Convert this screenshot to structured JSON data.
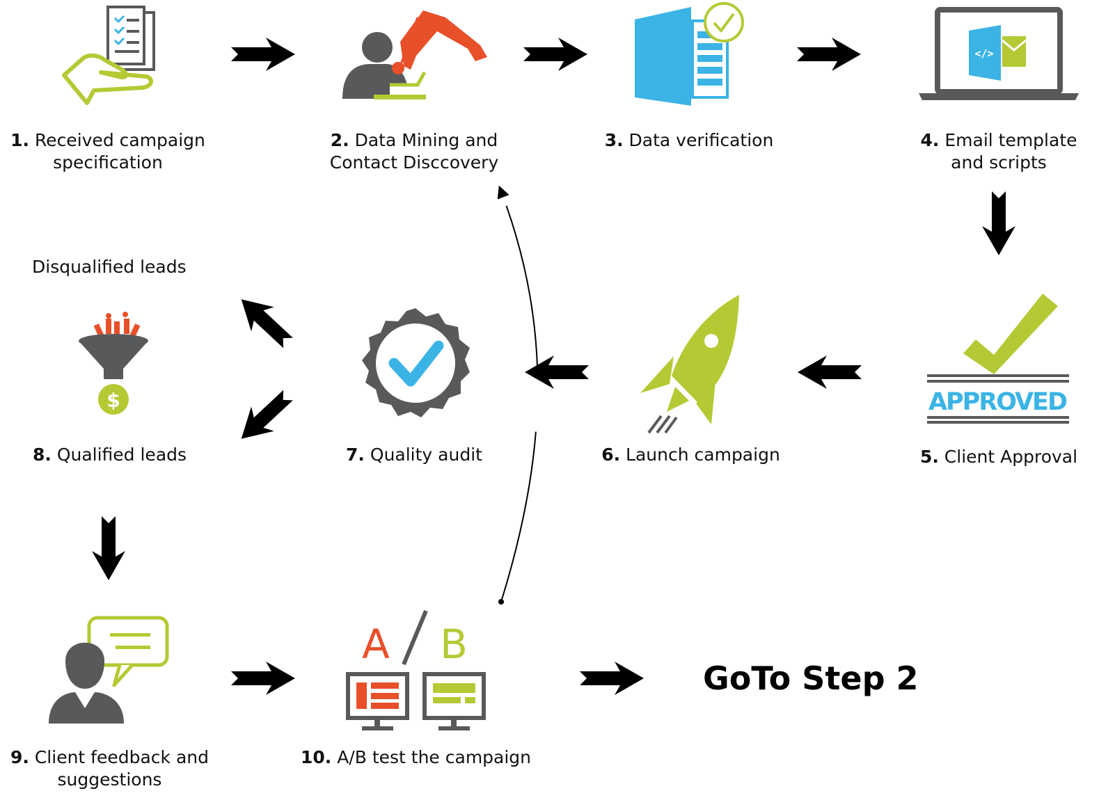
{
  "steps": [
    {
      "num": "1.",
      "text": "Received campaign",
      "text2": "specification"
    },
    {
      "num": "2.",
      "text": "Data Mining and",
      "text2": "Contact Disccovery"
    },
    {
      "num": "3.",
      "text": "Data verification",
      "text2": ""
    },
    {
      "num": "4.",
      "text": "Email template",
      "text2": "and scripts"
    },
    {
      "num": "5.",
      "text": "Client Approval",
      "text2": ""
    },
    {
      "num": "6.",
      "text": "Launch campaign",
      "text2": ""
    },
    {
      "num": "7.",
      "text": "Quality audit",
      "text2": ""
    },
    {
      "num": "8.",
      "text": "Qualified leads",
      "text2": ""
    },
    {
      "num": "9.",
      "text": "Client feedback and",
      "text2": "suggestions"
    },
    {
      "num": "10.",
      "text": "A/B test the campaign",
      "text2": ""
    }
  ],
  "disqualified_label": "Disqualified leads",
  "goto_label": "GoTo Step 2",
  "approved_stamp": "APPROVED",
  "ab_letters": {
    "a": "A",
    "b": "B"
  },
  "icons": {
    "step1": "hand-document-icon",
    "step2": "data-mining-excavator-icon",
    "step3": "verified-document-icon",
    "step4": "laptop-email-template-icon",
    "step5": "approved-stamp-icon",
    "step6": "rocket-icon",
    "step7": "gear-checkmark-icon",
    "step8": "funnel-dollar-icon",
    "step9": "person-speech-bubble-icon",
    "step10": "ab-test-monitors-icon"
  },
  "colors": {
    "green": "#b5c934",
    "blue": "#3bb4e5",
    "orange": "#e8502a",
    "gray": "#58595b",
    "black": "#000000"
  }
}
